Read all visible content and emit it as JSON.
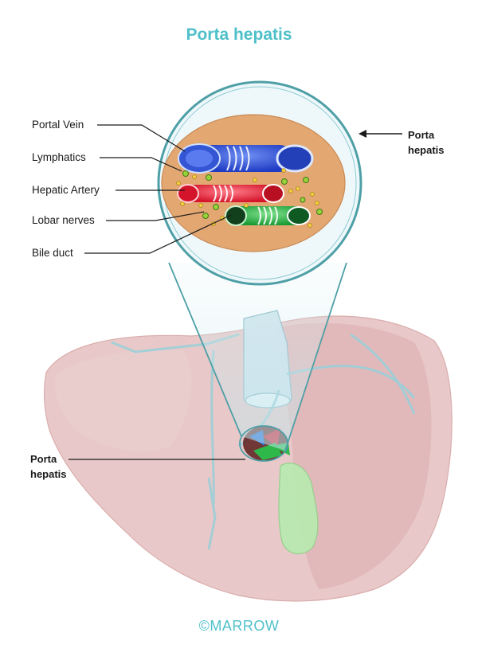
{
  "title": "Porta hepatis",
  "labels": {
    "portal_vein": "Portal Vein",
    "lymphatics": "Lymphatics",
    "hepatic_artery": "Hepatic Artery",
    "lobar_nerves": "Lobar nerves",
    "bile_duct": "Bile duct"
  },
  "callout_right": {
    "line1": "Porta",
    "line2": "hepatis"
  },
  "callout_left": {
    "line1": "Porta",
    "line2": "hepatis"
  },
  "footer": "©MARROW",
  "colors": {
    "title": "#4fc0c9",
    "portal_vein": "#2a4fd6",
    "hepatic_artery": "#e0263a",
    "bile_duct": "#1fa83a",
    "section_fill": "#e3a772",
    "liver": "#e7c3c3",
    "outline": "#4e9fa6"
  }
}
